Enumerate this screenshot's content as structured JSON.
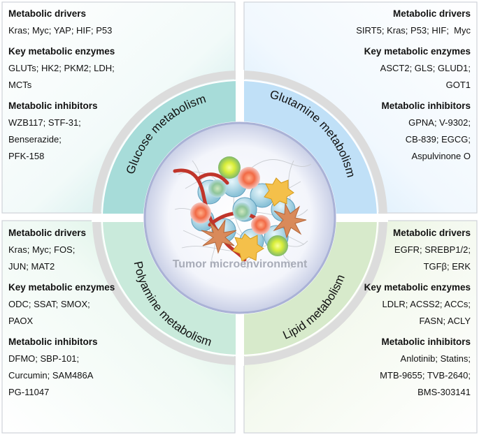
{
  "center": {
    "label": "Tumor microenvironment"
  },
  "quadrants": {
    "glucose": {
      "arc_label": "Glucose metabolism",
      "color": "#9fd8d6",
      "sections": [
        {
          "heading": "Metabolic drivers",
          "lines": [
            "Kras; Myc; YAP; HIF; P53"
          ]
        },
        {
          "heading": "Key metabolic enzymes",
          "lines": [
            "GLUTs; HK2; PKM2; LDH;",
            "MCTs"
          ]
        },
        {
          "heading": "Metabolic inhibitors",
          "lines": [
            "WZB117; STF-31;",
            "Benserazide;",
            "PFK-158"
          ]
        }
      ]
    },
    "glutamine": {
      "arc_label": "Glutamine metabolism",
      "color": "#b9dcf5",
      "sections": [
        {
          "heading": "Metabolic drivers",
          "lines": [
            "SIRT5; Kras; P53; HIF;  Myc"
          ]
        },
        {
          "heading": "Key metabolic enzymes",
          "lines": [
            "ASCT2; GLS; GLUD1;",
            "GOT1"
          ]
        },
        {
          "heading": "Metabolic inhibitors",
          "lines": [
            "GPNA; V-9302;",
            "CB-839; EGCG;",
            "Aspulvinone O"
          ]
        }
      ]
    },
    "polyamine": {
      "arc_label": "Polyamine metabolism",
      "color": "#c4e8d6",
      "sections": [
        {
          "heading": "Metabolic drivers",
          "lines": [
            "Kras; Myc; FOS;",
            "JUN; MAT2"
          ]
        },
        {
          "heading": "Key metabolic enzymes",
          "lines": [
            "ODC; SSAT; SMOX;",
            "PAOX"
          ]
        },
        {
          "heading": "Metabolic inhibitors",
          "lines": [
            "DFMO; SBP-101;",
            "Curcumin; SAM486A",
            "PG-11047"
          ]
        }
      ]
    },
    "lipid": {
      "arc_label": "Lipid metabolism",
      "color": "#d4e8c4",
      "sections": [
        {
          "heading": "Metabolic drivers",
          "lines": [
            "EGFR; SREBP1/2;",
            "TGFβ; ERK"
          ]
        },
        {
          "heading": "Key metabolic enzymes",
          "lines": [
            "LDLR; ACSS2; ACCs;",
            "FASN; ACLY"
          ]
        },
        {
          "heading": "Metabolic inhibitors",
          "lines": [
            "Anlotinib; Statins;",
            "MTB-9655; TVB-2640;",
            "BMS-303141"
          ]
        }
      ]
    }
  }
}
